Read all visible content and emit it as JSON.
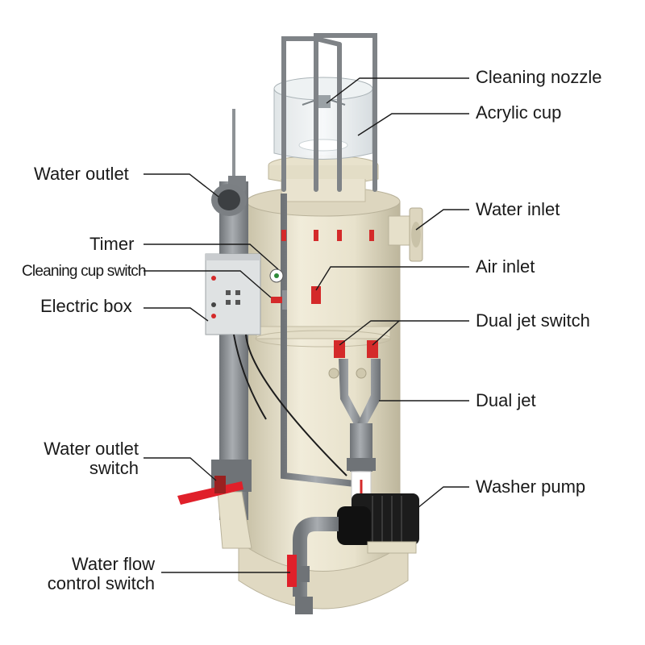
{
  "labels": {
    "cleaning_nozzle": "Cleaning nozzle",
    "acrylic_cup": "Acrylic cup",
    "water_inlet": "Water inlet",
    "air_inlet": "Air inlet",
    "dual_jet_switch": "Dual jet switch",
    "dual_jet": "Dual jet",
    "washer_pump": "Washer pump",
    "water_outlet": "Water outlet",
    "timer": "Timer",
    "cleaning_cup_switch": "Cleaning cup switch",
    "electric_box": "Electric box",
    "water_outlet_switch": [
      "Water outlet",
      "switch"
    ],
    "water_flow_control_switch": [
      "Water flow",
      "control switch"
    ]
  },
  "colors": {
    "body": "#e9e3cf",
    "pipe_gray": "#8e9296",
    "valve_red": "#e0202a",
    "leader": "#1a1a1a"
  }
}
